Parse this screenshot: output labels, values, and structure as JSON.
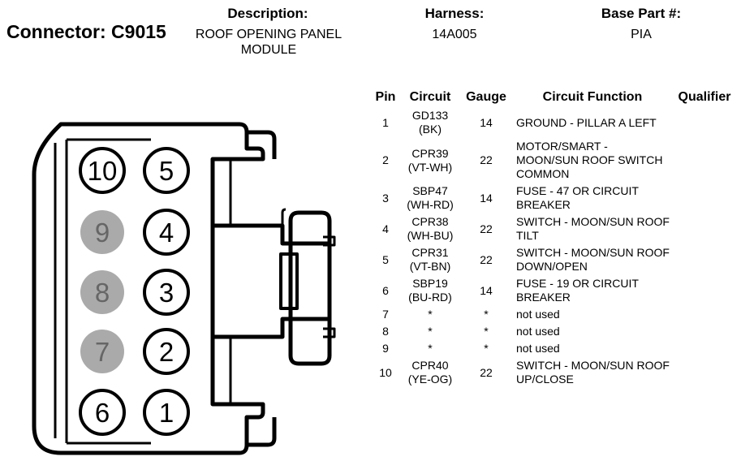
{
  "header": {
    "connector_label": "Connector: C9015",
    "description_label": "Description:",
    "description_value": "ROOF OPENING PANEL MODULE",
    "harness_label": "Harness:",
    "harness_value": "14A005",
    "base_part_label": "Base Part #:",
    "base_part_value": "PIA"
  },
  "colors": {
    "unused_pin_fill": "#aaaaaa",
    "outline": "#000000"
  },
  "diagram": {
    "pins_left_column": [
      "10",
      "9",
      "8",
      "7",
      "6"
    ],
    "pins_right_column": [
      "5",
      "4",
      "3",
      "2",
      "1"
    ],
    "unused_pins": [
      "9",
      "8",
      "7"
    ]
  },
  "table": {
    "headers": {
      "pin": "Pin",
      "circuit": "Circuit",
      "gauge": "Gauge",
      "function": "Circuit Function",
      "qualifier": "Qualifier"
    },
    "rows": [
      {
        "pin": "1",
        "circuit": "GD133",
        "color": "(BK)",
        "gauge": "14",
        "function": "GROUND - PILLAR A LEFT",
        "qualifier": ""
      },
      {
        "pin": "2",
        "circuit": "CPR39",
        "color": "(VT-WH)",
        "gauge": "22",
        "function": "MOTOR/SMART - MOON/SUN ROOF SWITCH COMMON",
        "qualifier": ""
      },
      {
        "pin": "3",
        "circuit": "SBP47",
        "color": "(WH-RD)",
        "gauge": "14",
        "function": "FUSE - 47 OR CIRCUIT BREAKER",
        "qualifier": ""
      },
      {
        "pin": "4",
        "circuit": "CPR38",
        "color": "(WH-BU)",
        "gauge": "22",
        "function": "SWITCH - MOON/SUN ROOF TILT",
        "qualifier": ""
      },
      {
        "pin": "5",
        "circuit": "CPR31",
        "color": "(VT-BN)",
        "gauge": "22",
        "function": "SWITCH - MOON/SUN ROOF DOWN/OPEN",
        "qualifier": ""
      },
      {
        "pin": "6",
        "circuit": "SBP19",
        "color": "(BU-RD)",
        "gauge": "14",
        "function": "FUSE - 19 OR CIRCUIT BREAKER",
        "qualifier": ""
      },
      {
        "pin": "7",
        "circuit": "*",
        "color": "",
        "gauge": "*",
        "function": "not used",
        "qualifier": ""
      },
      {
        "pin": "8",
        "circuit": "*",
        "color": "",
        "gauge": "*",
        "function": "not used",
        "qualifier": ""
      },
      {
        "pin": "9",
        "circuit": "*",
        "color": "",
        "gauge": "*",
        "function": "not used",
        "qualifier": ""
      },
      {
        "pin": "10",
        "circuit": "CPR40",
        "color": "(YE-OG)",
        "gauge": "22",
        "function": "SWITCH - MOON/SUN ROOF UP/CLOSE",
        "qualifier": ""
      }
    ]
  }
}
